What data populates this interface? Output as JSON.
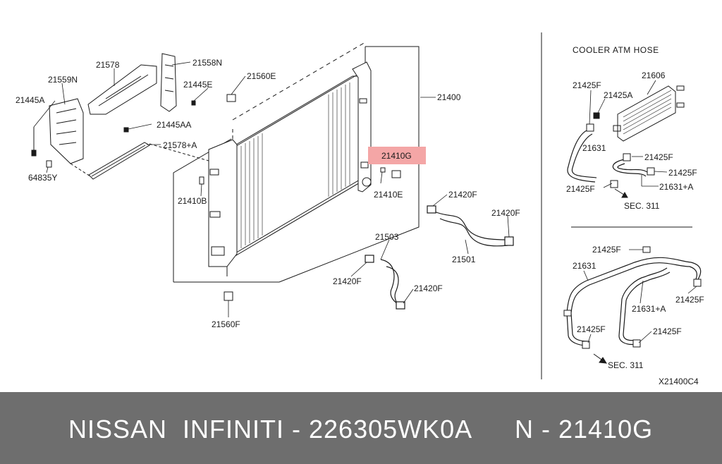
{
  "diagram": {
    "section_title": "COOLER ATM HOSE",
    "drawing_code": "X21400C4",
    "highlighted_part": "21410G",
    "labels": {
      "p21578": "21578",
      "p21558N": "21558N",
      "p21560E": "21560E",
      "p21559N": "21559N",
      "p21445E": "21445E",
      "p21445A": "21445A",
      "p21445AA": "21445AA",
      "p21578A": "21578+A",
      "p64835Y": "64835Y",
      "p21400": "21400",
      "p21410B": "21410B",
      "p21410E": "21410E",
      "p21420F_a": "21420F",
      "p21420F_b": "21420F",
      "p21420F_c": "21420F",
      "p21420F_d": "21420F",
      "p21501": "21501",
      "p21503": "21503",
      "p21560F": "21560F",
      "r21425F_a": "21425F",
      "r21425A": "21425A",
      "r21606": "21606",
      "r21631": "21631",
      "r21425F_b": "21425F",
      "r21425F_c": "21425F",
      "r21425F_d": "21425F",
      "r21631A": "21631+A",
      "rSEC311": "SEC. 311",
      "b21425F_a": "21425F",
      "b21631": "21631",
      "b21631A": "21631+A",
      "b21425F_b": "21425F",
      "b21425F_c": "21425F",
      "b21425F_d": "21425F",
      "bSEC311": "SEC. 311"
    }
  },
  "footer": {
    "brand_text": "NISSAN  INFINITI - 226305WK0A",
    "part_text": "N - 21410G"
  },
  "colors": {
    "highlight": "#f4a6a6",
    "footer_bg": "#6e6e6e",
    "line": "#1a1a1a"
  }
}
